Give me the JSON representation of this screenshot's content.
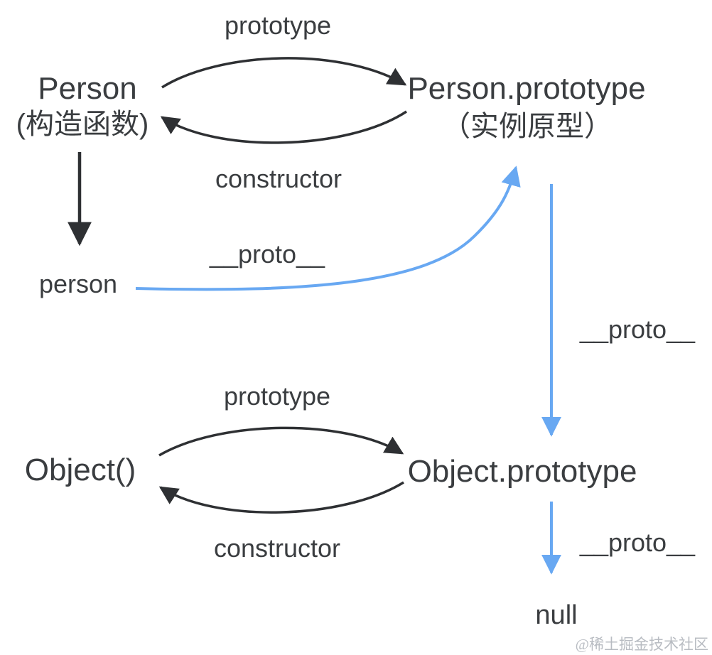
{
  "diagram": {
    "top_section": {
      "prototype_arrow_label": "prototype",
      "constructor_arrow_label": "constructor",
      "constructor_fn": {
        "name": "Person",
        "subtitle": "(构造函数)"
      },
      "prototype_obj": {
        "name": "Person.prototype",
        "subtitle": "（实例原型）"
      }
    },
    "middle_section": {
      "instance_label": "person",
      "proto_arrow_label": "__proto__"
    },
    "right_section": {
      "proto_arrow_label": "__proto__"
    },
    "bottom_section": {
      "prototype_arrow_label": "prototype",
      "constructor_arrow_label": "constructor",
      "constructor_fn": {
        "name": "Object()"
      },
      "prototype_obj": {
        "name": "Object.prototype"
      },
      "proto_arrow_label": "__proto__",
      "null_label": "null"
    },
    "watermark": "@稀土掘金技术社区"
  },
  "colors": {
    "text": "#3a3d40",
    "arrow_black": "#2e3033",
    "arrow_blue": "#68a8f2",
    "watermark": "#b8bcc2",
    "background": "#ffffff"
  }
}
